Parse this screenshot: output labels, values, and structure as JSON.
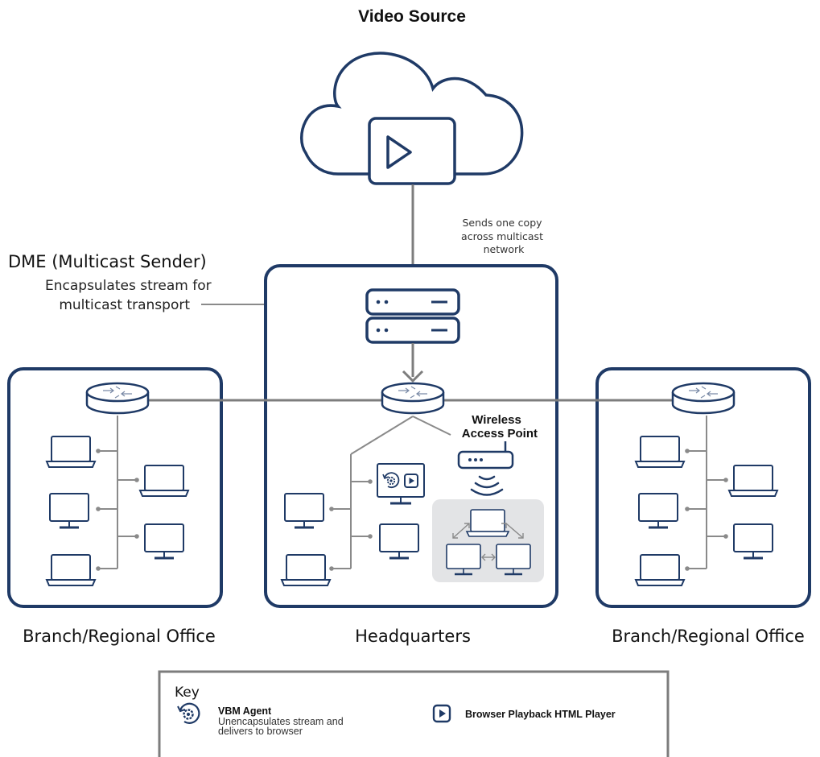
{
  "title": "Video Source",
  "note": [
    "Sends one copy",
    "across multicast",
    "network"
  ],
  "dme": {
    "title": "DME (Multicast Sender)",
    "desc": [
      "Encapsulates stream for",
      "multicast transport"
    ]
  },
  "wap_label": [
    "Wireless",
    "Access Point"
  ],
  "offices": {
    "left": "Branch/Regional Office",
    "center": "Headquarters",
    "right": "Branch/Regional Office"
  },
  "key": {
    "title": "Key",
    "agent_title": "VBM Agent",
    "agent_desc": [
      "Unencapsulates stream and",
      "delivers to browser"
    ],
    "player_title": "Browser Playback HTML Player"
  },
  "colors": {
    "navy": "#1f3a66",
    "line": "#7d7d7d",
    "peer_panel": "#e3e4e6"
  }
}
